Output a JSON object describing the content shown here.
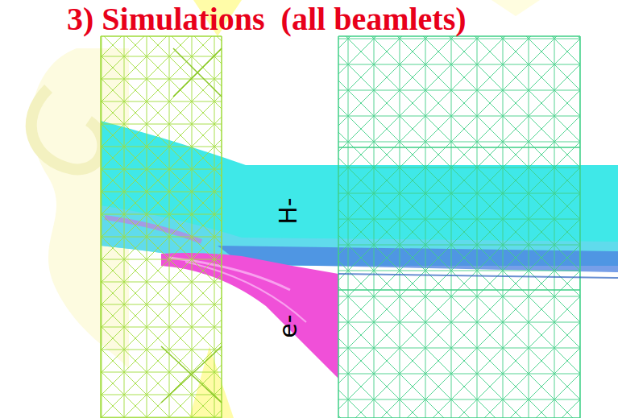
{
  "diagram": {
    "title": "3) Simulations  (all beamlets)",
    "labels": [
      "H-",
      "e-"
    ]
  }
}
